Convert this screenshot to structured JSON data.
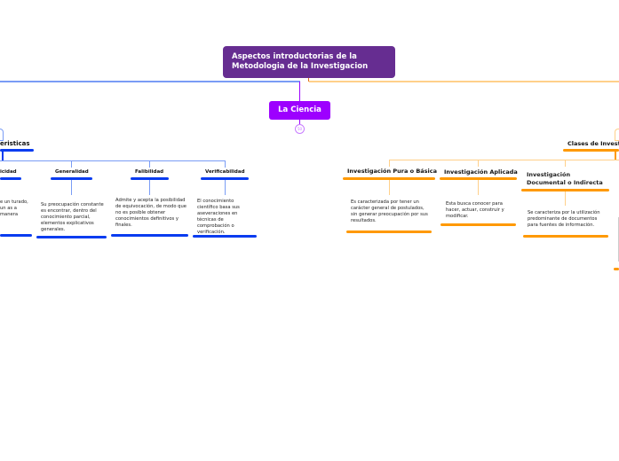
{
  "root": {
    "title": "Aspectos introductorias de la Metodologia de la Investigacion",
    "color": "#662d91"
  },
  "center": {
    "label": "La Ciencia",
    "color": "#9d00ff",
    "collapse_badge": "50"
  },
  "left": {
    "title": "eristicas",
    "items": [
      {
        "title": "icidad",
        "text": "e un turado, un as a manera"
      },
      {
        "title": "Generalidad",
        "text": "Su preocupación constante es encontrar, dentro del conocimiento parcial, elementos explicativos generales."
      },
      {
        "title": "Falibilidad",
        "text": "Admite y acepta la posibilidad de equivocación, de modo que no es posible obtener conocimientos definitivos y finales."
      },
      {
        "title": "Verificabilidad",
        "text": "El conocimiento científico basa sus aseveraciones en técnicas de comprobación o verificación."
      }
    ]
  },
  "right": {
    "title": "Clases de Investig",
    "items": [
      {
        "title": "Investigación Pura o Básica",
        "text": "Es caracterizada por tener un carácter general de postulados, sin generar preocupación por sus resultados."
      },
      {
        "title": "Investigación Aplicada",
        "text": "Esta busca conocer para hacer, actuar, construir y modificar."
      },
      {
        "title": "Investigación Documental o Indirecta",
        "text": "Se caracteriza por la utilización predominante de documentos para fuentes de información."
      }
    ]
  }
}
